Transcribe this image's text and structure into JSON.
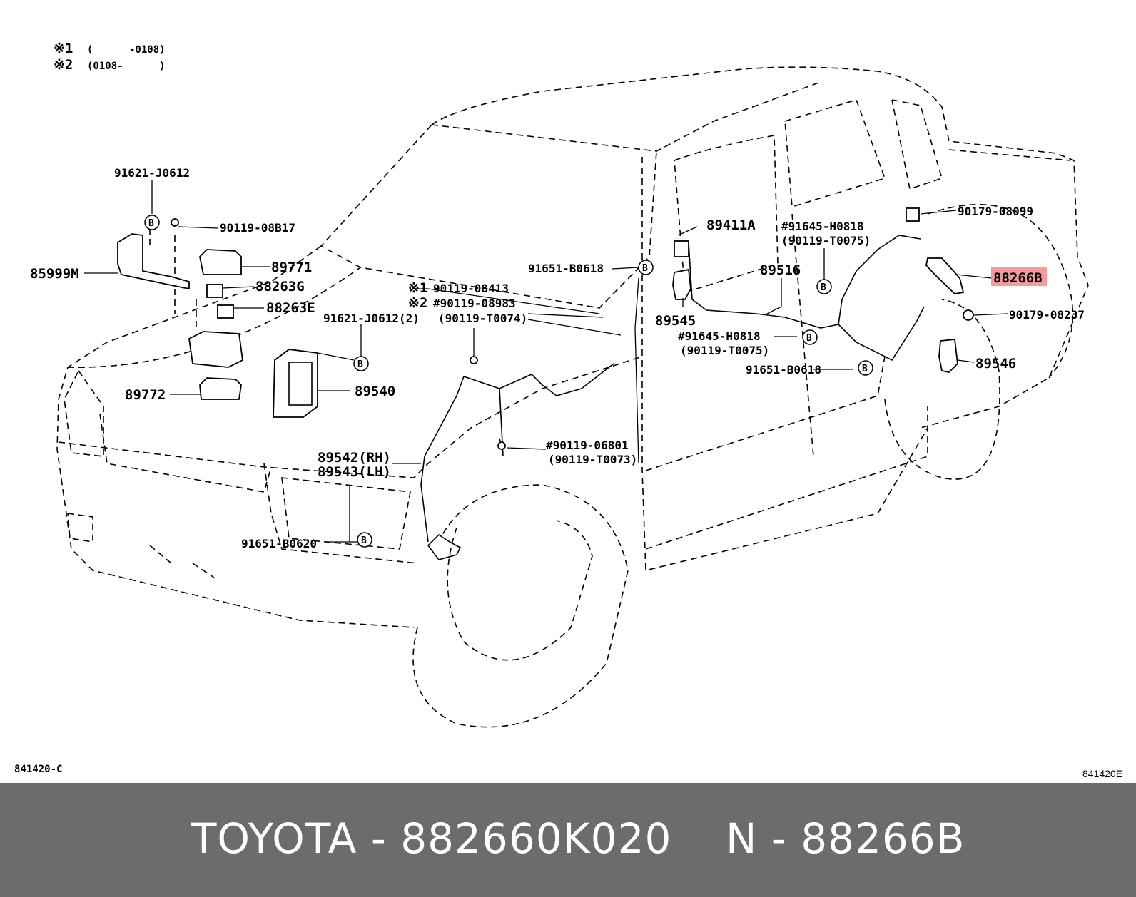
{
  "legend": {
    "note1_mark": "※1",
    "note1_text": "(      -0108)",
    "note2_mark": "※2",
    "note2_text": "(0108-      )"
  },
  "labels": {
    "l_91621_j0612": "91621-J0612",
    "l_90119_08b17": "90119-08B17",
    "l_85999m": "85999M",
    "l_89771": "89771",
    "l_88263g": "88263G",
    "l_88263e": "88263E",
    "l_89772": "89772",
    "l_note1_mark": "※1",
    "l_90119_08413": "90119-08413",
    "l_note2_mark": "※2",
    "l_90119_08983": "#90119-08983",
    "l_90119_t0074": "(90119-T0074)",
    "l_91621_j0612_2": "91621-J0612(2)",
    "l_89540": "89540",
    "l_91651_b0618_a": "91651-B0618",
    "l_89411a": "89411A",
    "l_91645_h0818_a": "#91645-H0818",
    "l_90119_t0075_a": "(90119-T0075)",
    "l_89516": "89516",
    "l_89545": "89545",
    "l_91645_h0818_b": "#91645-H0818",
    "l_90119_t0075_b": "(90119-T0075)",
    "l_91651_b0618_b": "91651-B0618",
    "l_90179_08099": "90179-08099",
    "l_88266b": "88266B",
    "l_90179_08237": "90179-08237",
    "l_89546": "89546",
    "l_90119_06801": "#90119-06801",
    "l_90119_t0073": "(90119-T0073)",
    "l_89542": "89542(RH)",
    "l_89543": "89543(LH)",
    "l_91651_b0620": "91651-B0620",
    "bubble_b": "B"
  },
  "refs": {
    "left": "841420-C",
    "right": "841420E"
  },
  "highlight": {
    "part": "88266B",
    "color": "#f39a9a"
  },
  "footer": {
    "left": "TOYOTA - 882660K020",
    "right": "N - 88266B",
    "bg": "#6c6c6c",
    "fg": "#ffffff"
  }
}
